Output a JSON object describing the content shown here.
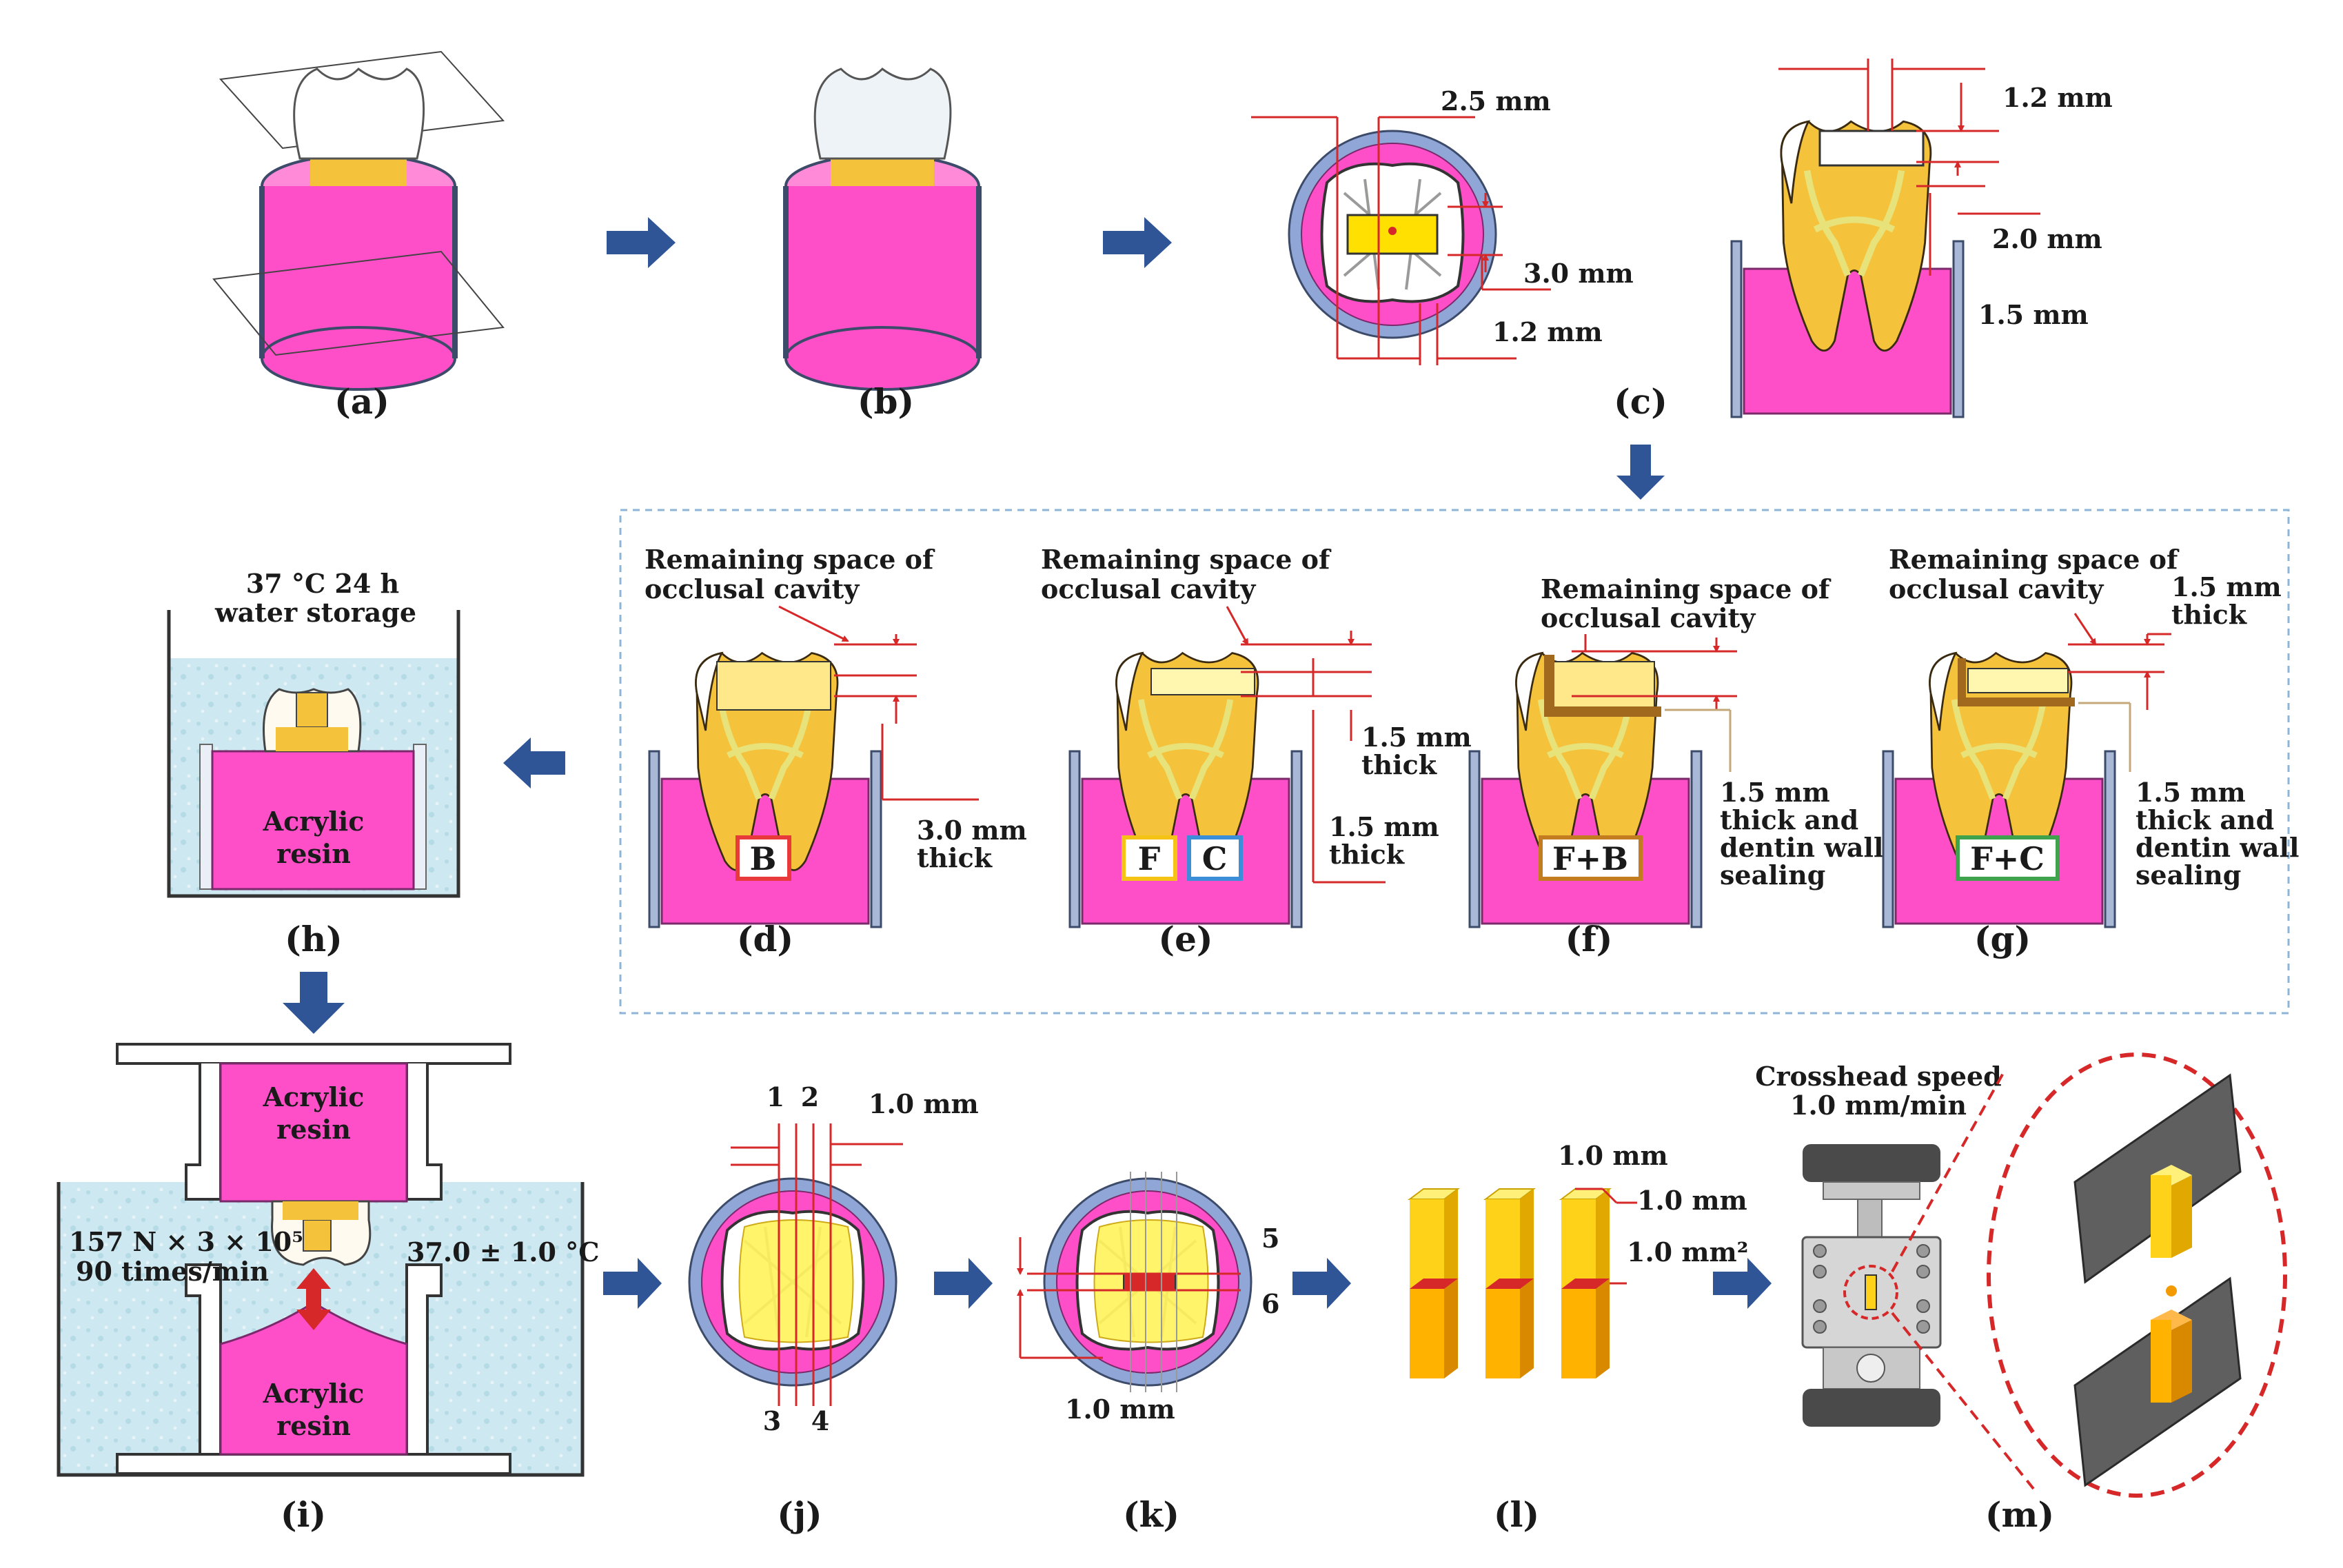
{
  "colors": {
    "pink": "#ff4fc8",
    "pink_stroke": "#c4359a",
    "arrow": "#2f5597",
    "red_line": "#d62828",
    "water": "#cde8f0",
    "tooth_yellow": "#f5c23c",
    "ring": "#8fa6d6",
    "rod_yellow": "#ffd21a",
    "code_b": "#e83a3a",
    "code_f": "#f4c315",
    "code_c": "#3c8ed8",
    "code_fb": "#c47c21",
    "code_fc": "#3fa34d",
    "dash_box": "#8eb4d8"
  },
  "icons": [
    "arrow-right-icon",
    "arrow-down-icon",
    "arrow-left-icon",
    "tooth-icon"
  ],
  "panels": {
    "a": "(a)",
    "b": "(b)",
    "c": "(c)",
    "d": "(d)",
    "e": "(e)",
    "f": "(f)",
    "g": "(g)",
    "h": "(h)",
    "i": "(i)",
    "j": "(j)",
    "k": "(k)",
    "l": "(l)",
    "m": "(m)"
  },
  "c": {
    "d25": "2.5 mm",
    "d30": "3.0 mm",
    "d12a": "1.2 mm",
    "d12b": "1.2 mm",
    "d20": "2.0 mm",
    "d15": "1.5 mm"
  },
  "d": {
    "rem1": "Remaining space of",
    "rem2": "occlusal cavity",
    "t1": "3.0 mm",
    "t2": "thick",
    "code": "B"
  },
  "e": {
    "rem1": "Remaining space of",
    "rem2": "occlusal cavity",
    "a1": "1.5 mm",
    "a2": "thick",
    "b1": "1.5 mm",
    "b2": "thick",
    "code_f": "F",
    "code_c": "C"
  },
  "f": {
    "rem1": "Remaining space of",
    "rem2": "occlusal cavity",
    "n1": "1.5 mm",
    "n2": "thick and",
    "n3": "dentin wall",
    "n4": "sealing",
    "code": "F+B"
  },
  "g": {
    "rem1": "Remaining space of",
    "rem2": "occlusal cavity",
    "t1": "1.5 mm",
    "t2": "thick",
    "n1": "1.5 mm",
    "n2": "thick and",
    "n3": "dentin wall",
    "n4": "sealing",
    "code": "F+C"
  },
  "h": {
    "cond1": "37 °C  24 h",
    "cond2": "water storage",
    "resin1": "Acrylic",
    "resin2": "resin"
  },
  "i": {
    "top1": "Acrylic",
    "top2": "resin",
    "bot1": "Acrylic",
    "bot2": "resin",
    "load1": "157 N × 3 × 10⁵",
    "load2": "90 times/min",
    "temp": "37.0 ± 1.0 °C"
  },
  "j": {
    "n1": "1",
    "n2": "2",
    "dim": "1.0 mm",
    "n3": "3",
    "n4": "4"
  },
  "k": {
    "n5": "5",
    "n6": "6",
    "dim": "1.0 mm"
  },
  "l": {
    "w": "1.0 mm",
    "d": "1.0 mm",
    "area": "1.0 mm²"
  },
  "m": {
    "s1": "Crosshead speed",
    "s2": "1.0 mm/min"
  }
}
